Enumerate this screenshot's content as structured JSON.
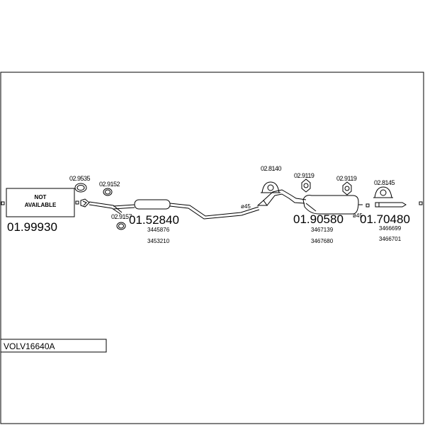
{
  "diagram": {
    "model_code": "VOLV16640A",
    "placeholder_box": {
      "line1": "NOT",
      "line2": "AVAILABLE",
      "part_no": "01.99930"
    },
    "front_pipe": {
      "clamp_top": "02.9535",
      "clamp_mid": "02.9152",
      "clamp_bottom": "02.9157"
    },
    "middle_section": {
      "part_no": "01.52840",
      "oem": [
        "3445876",
        "3453210"
      ]
    },
    "rear_section": {
      "part_no": "01.90580",
      "oem": [
        "3467139",
        "3467680"
      ],
      "mounts": [
        "02.8140",
        "02.9119",
        "02.9119"
      ]
    },
    "tail_pipe": {
      "part_no": "01.70480",
      "oem": [
        "3466699",
        "3466701"
      ],
      "mount": "02.8145"
    },
    "diameter_labels": [
      "ø45",
      "ø45"
    ]
  },
  "colors": {
    "line": "#000000",
    "background": "#ffffff"
  }
}
